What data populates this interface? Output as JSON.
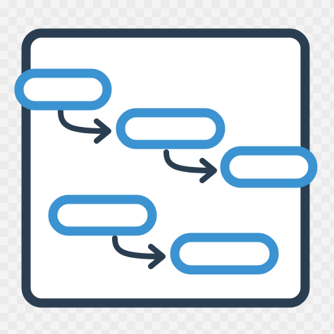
{
  "icon": {
    "name": "workflow-diagram-icon",
    "colors": {
      "frame_stroke": "#2b3e51",
      "box_stroke": "#3b93d1",
      "box_fill": "#ffffff",
      "arrow_stroke": "#2b3e51",
      "background": "#f4f4f4"
    },
    "steps": [
      "step-1",
      "step-2",
      "step-3",
      "step-4",
      "step-5"
    ]
  }
}
